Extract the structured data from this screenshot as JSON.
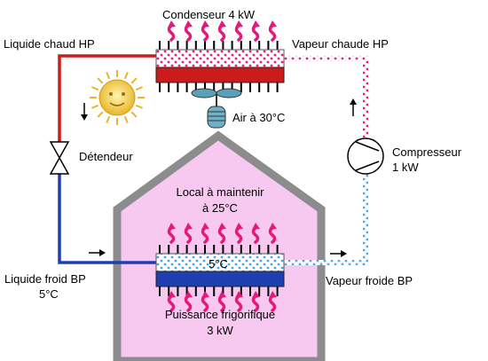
{
  "labels": {
    "condenser": "Condenseur 4 kW",
    "hot_liquid": "Liquide chaud HP",
    "hot_vapour": "Vapeur chaude HP",
    "air_temp": "Air à 30°C",
    "expansion_valve": "Détendeur",
    "compressor_line1": "Compresseur",
    "compressor_line2": "1 kW",
    "room_line1": "Local à maintenir",
    "room_line2": "à 25°C",
    "evaporator_temp": "5°C",
    "cold_liquid_line1": "Liquide froid BP",
    "cold_liquid_line2": "5°C",
    "cold_vapour": "Vapeur froide BP",
    "cooling_power_line1": "Puissance frigorifique",
    "cooling_power_line2": "3 kW"
  },
  "colors": {
    "hot_pipe": "#cc1b1b",
    "cold_pipe": "#1d3fb0",
    "house_fill": "#f7c8f0",
    "house_wall": "#8c8c8c",
    "heat_arrow": "#e6197a",
    "hot_particle": "#e61d8c",
    "cold_particle": "#4da6e6",
    "sun": "#f5d23c",
    "fan_body": "#6fb2c8"
  },
  "icons": {
    "sun": "sun-icon",
    "fan": "fan-icon",
    "expansion_valve": "expansion-valve-icon",
    "compressor": "compressor-icon"
  }
}
